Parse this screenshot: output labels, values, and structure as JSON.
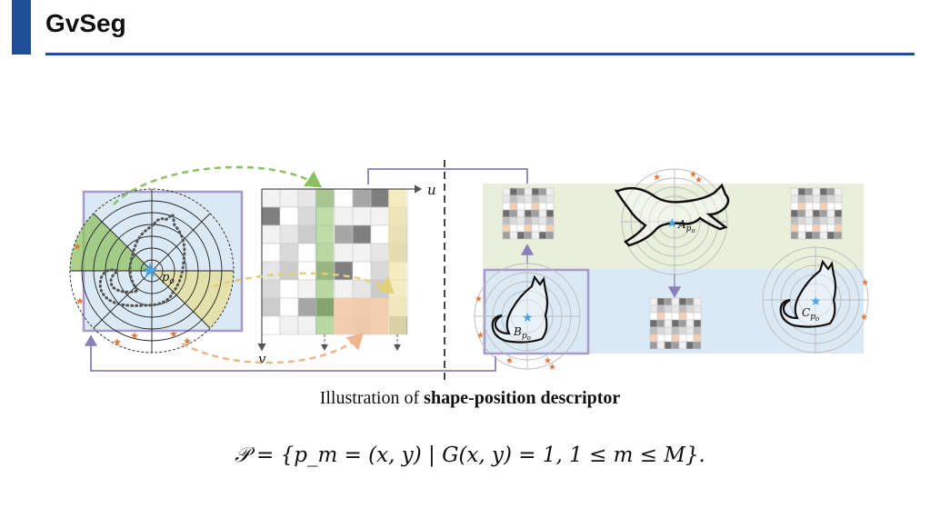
{
  "slide": {
    "title": "GvSeg"
  },
  "figure": {
    "labels": {
      "po": "p",
      "po_sub": "o",
      "u_axis": "u",
      "v_axis": "v",
      "a_po": "A",
      "b_po": "B",
      "c_po": "C"
    },
    "colors": {
      "accent": "#1f4e96",
      "light_blue_panel": "#dbe9f4",
      "light_green_panel": "#e9efda",
      "green_sector": "#8dc063",
      "yellow_sector": "#e6dfa0",
      "purple_frame": "#a79ac8",
      "star_blue": "#4aa3df",
      "star_orange": "#e07a3a"
    }
  },
  "caption": {
    "prefix": "Illustration of ",
    "bold": "shape-position descriptor"
  },
  "formula": {
    "text": "𝒫 = {p_m = (x, y) | G(x, y) = 1, 1 ≤ m ≤ M}."
  }
}
